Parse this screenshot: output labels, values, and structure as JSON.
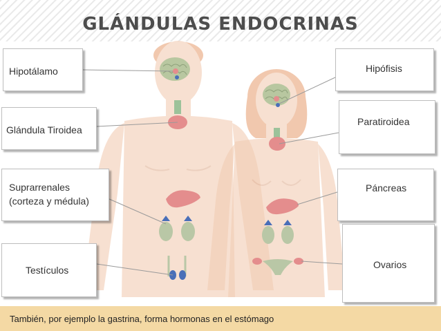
{
  "title": "GLÁNDULAS ENDOCRINAS",
  "labels": {
    "hipotalamo": "Hipotálamo",
    "tiroidea": "Glándula Tiroidea",
    "suprarrenales_line1": "Suprarrenales",
    "suprarrenales_line2": "(corteza y médula)",
    "testiculos": "Testículos",
    "hipofisis": "Hipófisis",
    "paratiroidea": "Paratiroidea",
    "pancreas": "Páncreas",
    "ovarios": "Ovarios"
  },
  "footer": "También, por ejemplo la gastrina, forma hormonas en el estómago",
  "colors": {
    "skin": "#f2cdb4",
    "skin_dark": "#e8b89a",
    "hair": "#e9a57a",
    "brain": "#b8c7a0",
    "gland_red": "#e48d8d",
    "gland_blue": "#4a6fb8",
    "kidney": "#b9c7a6",
    "footer_bg": "#f4d9a4",
    "title": "#4d4d4d",
    "pointer": "#9a9a9a"
  }
}
